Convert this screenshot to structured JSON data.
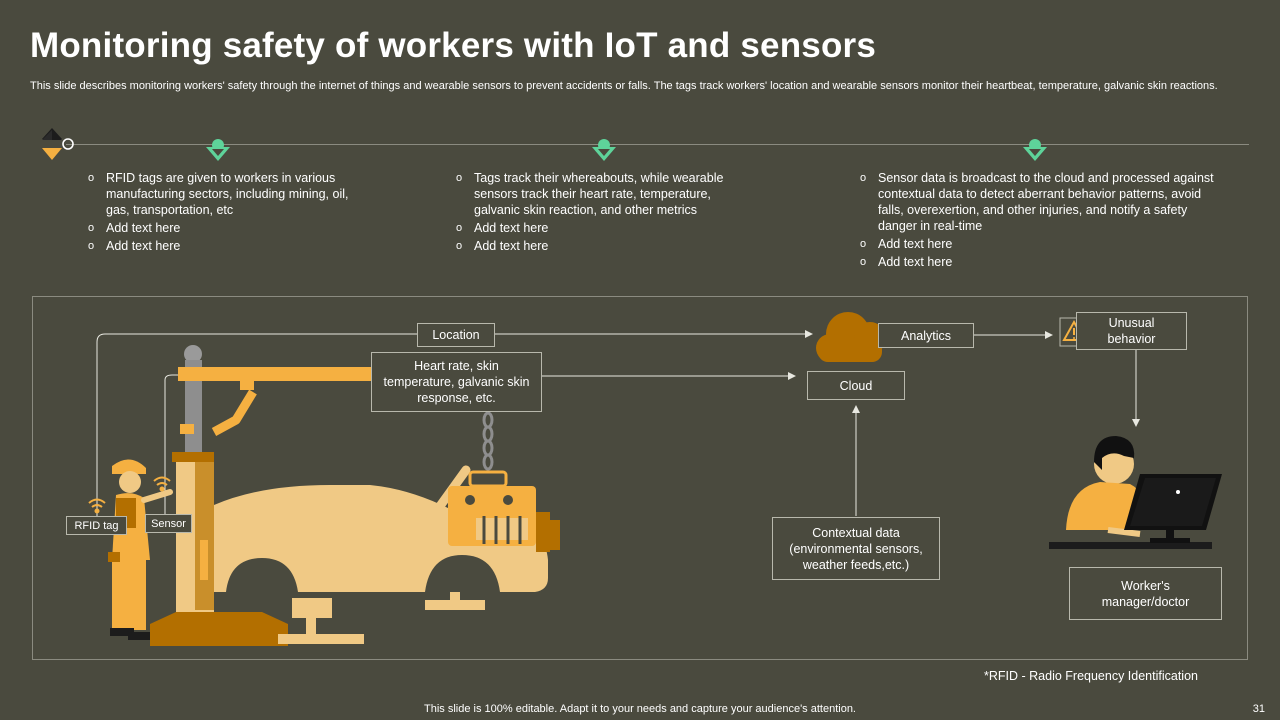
{
  "title": "Monitoring safety of workers with IoT and sensors",
  "subtitle": "This slide describes monitoring workers' safety through the internet of things and wearable sensors to prevent accidents or falls. The tags track workers' location and wearable sensors monitor their heartbeat, temperature, galvanic skin reactions.",
  "columns": [
    {
      "items": [
        "RFID tags are given to workers in various manufacturing sectors, including mining, oil, gas, transportation, etc",
        "Add text here",
        "Add text here"
      ]
    },
    {
      "items": [
        "Tags track their whereabouts, while wearable sensors track their heart rate, temperature, galvanic skin reaction, and other metrics",
        "Add text here",
        "Add text here"
      ]
    },
    {
      "items": [
        "Sensor data is broadcast to the cloud and processed against contextual data to detect aberrant behavior patterns, avoid falls, overexertion, and other injuries, and notify a safety danger in real-time",
        "Add text here",
        "Add text here"
      ]
    }
  ],
  "diagram": {
    "location": "Location",
    "heart_rate": "Heart rate, skin temperature, galvanic skin response, etc.",
    "analytics": "Analytics",
    "unusual": "Unusual behavior",
    "cloud": "Cloud",
    "contextual": "Contextual data (environmental sensors, weather feeds,etc.)",
    "manager": "Worker's manager/doctor",
    "rfid_tag": "RFID tag",
    "sensor": "Sensor"
  },
  "footnote": "*RFID - Radio Frequency Identification",
  "footer": "This slide is 100% editable. Adapt it to your needs and capture your audience's attention.",
  "page_number": "31",
  "colors": {
    "background": "#4a4a3e",
    "accent": "#f5b041",
    "pin": "#5ed39a",
    "cloud": "#b36f00"
  }
}
